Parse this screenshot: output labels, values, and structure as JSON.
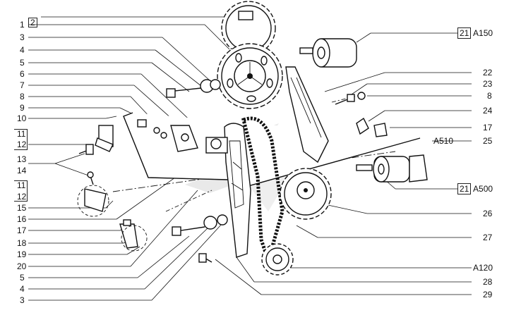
{
  "left_callouts": [
    "1",
    "2",
    "3",
    "4",
    "5",
    "6",
    "7",
    "8",
    "9",
    "10",
    "11",
    "12",
    "13",
    "14",
    "11",
    "12",
    "15",
    "16",
    "17",
    "18",
    "19",
    "20",
    "5",
    "4",
    "3"
  ],
  "right_callouts": [
    {
      "num": "21",
      "ref": "A150"
    },
    {
      "num": "22",
      "ref": ""
    },
    {
      "num": "23",
      "ref": ""
    },
    {
      "num": "8",
      "ref": ""
    },
    {
      "num": "24",
      "ref": ""
    },
    {
      "num": "17",
      "ref": ""
    },
    {
      "num": "25",
      "ref": "A510"
    },
    {
      "num": "21",
      "ref": "A500"
    },
    {
      "num": "26",
      "ref": ""
    },
    {
      "num": "27",
      "ref": ""
    },
    {
      "num": "",
      "ref": "A120"
    },
    {
      "num": "28",
      "ref": ""
    },
    {
      "num": "29",
      "ref": ""
    }
  ],
  "colors": {
    "ink": "#111111",
    "watermark": "#d8d8d8",
    "paper": "#ffffff"
  }
}
